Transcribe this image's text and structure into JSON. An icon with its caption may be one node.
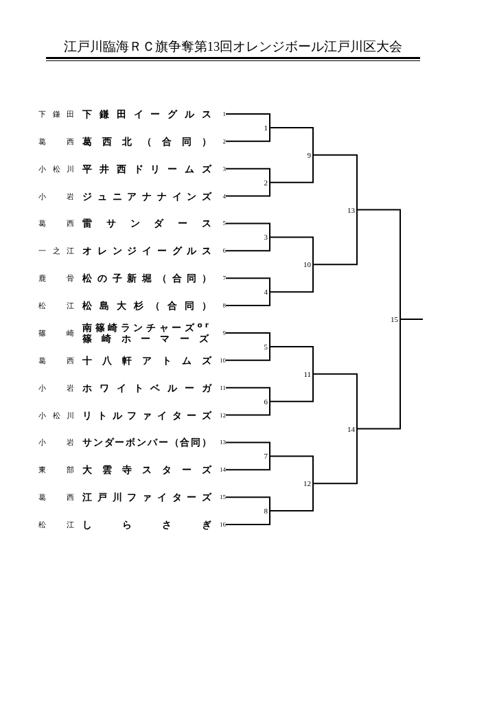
{
  "diagram": {
    "title": "江戸川臨海ＲＣ旗争奪第13回オレンジボール江戸川区大会",
    "nodes": [
      {
        "text": [
          "下鎌田",
          "下鎌田イーグルス",
          "1"
        ]
      },
      {
        "text": [
          "葛西",
          "葛西北（合同）",
          "2"
        ]
      },
      {
        "text": [
          "小松川",
          "平井西ドリームズ",
          "3"
        ]
      },
      {
        "text": [
          "小岩",
          "ジュニアナナインズ",
          "4"
        ]
      },
      {
        "text": [
          "葛西",
          "雷サンダース",
          "5"
        ]
      },
      {
        "text": [
          "一之江",
          "オレンジイーグルス",
          "6"
        ]
      },
      {
        "text": [
          "鹿骨",
          "松の子新堀（合同）",
          "7"
        ]
      },
      {
        "text": [
          "松江",
          "松島大杉（合同）",
          "8"
        ]
      },
      {
        "text": [
          "篠崎",
          "南篠崎ランチャーズ$^{or}$篠崎ホーマーズ",
          "9"
        ]
      },
      {
        "text": [
          "葛西",
          "十八軒アトムズ",
          "10"
        ]
      },
      {
        "text": [
          "小岩",
          "ホワイトベルーガ",
          "11"
        ]
      },
      {
        "text": [
          "小松川",
          "リトルファイターズ",
          "12"
        ]
      },
      {
        "text": [
          "小岩",
          "サンダーボンバー（合同）",
          "13"
        ]
      },
      {
        "text": [
          "東部",
          "大雲寺スターズ",
          "14"
        ]
      },
      {
        "text": [
          "葛西",
          "江戸川ファイターズ",
          "15"
        ]
      },
      {
        "text": [
          "松江",
          "しらさぎ",
          "16"
        ]
      },
      {
        "text": [
          "1"
        ]
      },
      {
        "text": [
          "2"
        ]
      },
      {
        "text": [
          "3"
        ]
      },
      {
        "text": [
          "4"
        ]
      },
      {
        "text": [
          "5"
        ]
      },
      {
        "text": [
          "6"
        ]
      },
      {
        "text": [
          "7"
        ]
      },
      {
        "text": [
          "8"
        ]
      },
      {
        "text": [
          "9"
        ]
      },
      {
        "text": [
          "10"
        ]
      },
      {
        "text": [
          "11"
        ]
      },
      {
        "text": [
          "12"
        ]
      },
      {
        "text": [
          "13"
        ]
      },
      {
        "text": [
          "14"
        ]
      },
      {
        "text": [
          "15"
        ]
      }
    ],
    "edges": [
      {
        "from": 0,
        "to": 16,
        "arrow": "none"
      },
      {
        "from": 1,
        "to": 16,
        "arrow": "none"
      },
      {
        "from": 2,
        "to": 17,
        "arrow": "none"
      },
      {
        "from": 3,
        "to": 17,
        "arrow": "none"
      },
      {
        "from": 4,
        "to": 18,
        "arrow": "none"
      },
      {
        "from": 5,
        "to": 18,
        "arrow": "none"
      },
      {
        "from": 6,
        "to": 19,
        "arrow": "none"
      },
      {
        "from": 7,
        "to": 19,
        "arrow": "none"
      },
      {
        "from": 8,
        "to": 20,
        "arrow": "none"
      },
      {
        "from": 9,
        "to": 20,
        "arrow": "none"
      },
      {
        "from": 10,
        "to": 21,
        "arrow": "none"
      },
      {
        "from": 11,
        "to": 21,
        "arrow": "none"
      },
      {
        "from": 12,
        "to": 22,
        "arrow": "none"
      },
      {
        "from": 13,
        "to": 22,
        "arrow": "none"
      },
      {
        "from": 14,
        "to": 23,
        "arrow": "none"
      },
      {
        "from": 15,
        "to": 23,
        "arrow": "none"
      },
      {
        "from": 16,
        "to": 24,
        "arrow": "none"
      },
      {
        "from": 17,
        "to": 24,
        "arrow": "none"
      },
      {
        "from": 18,
        "to": 25,
        "arrow": "none"
      },
      {
        "from": 19,
        "to": 25,
        "arrow": "none"
      },
      {
        "from": 20,
        "to": 26,
        "arrow": "none"
      },
      {
        "from": 21,
        "to": 26,
        "arrow": "none"
      },
      {
        "from": 22,
        "to": 27,
        "arrow": "none"
      },
      {
        "from": 23,
        "to": 27,
        "arrow": "none"
      },
      {
        "from": 24,
        "to": 28,
        "arrow": "none"
      },
      {
        "from": 25,
        "to": 28,
        "arrow": "none"
      },
      {
        "from": 26,
        "to": 29,
        "arrow": "none"
      },
      {
        "from": 27,
        "to": 29,
        "arrow": "none"
      },
      {
        "from": 28,
        "to": 30,
        "arrow": "none"
      },
      {
        "from": 29,
        "to": 30,
        "arrow": "none"
      },
      {
        "from": 30,
        "to": null,
        "arrow": "none"
      }
    ]
  }
}
